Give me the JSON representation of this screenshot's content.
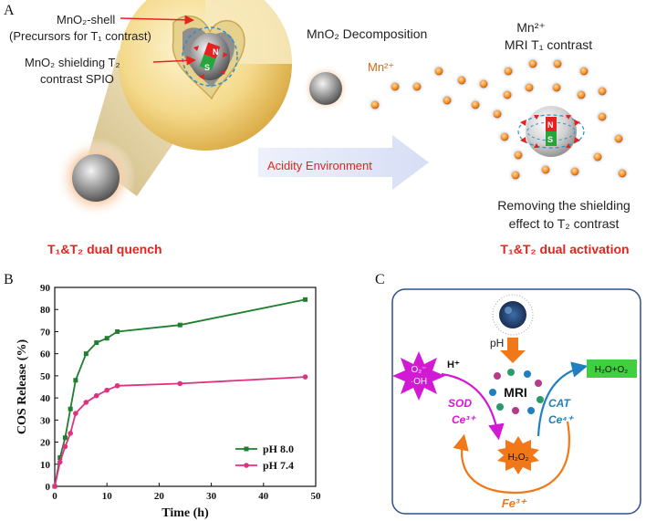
{
  "panel_a": {
    "label": "A",
    "shell_label_1": "MnO₂-shell",
    "shell_label_2": "(Precursors for T₁ contrast)",
    "shield_label_1": "MnO₂ shielding T₂",
    "shield_label_2": "contrast SPIO",
    "decomposition_label": "MnO₂ Decomposition",
    "mn_ion_label": "Mn²⁺",
    "mri_label_1": "Mn²⁺",
    "mri_label_2": "MRI T₁ contrast",
    "arrow_label": "Acidity Environment",
    "removing_label_1": "Removing the shielding",
    "removing_label_2": "effect to T₂ contrast",
    "quench_label": "T₁&T₂ dual quench",
    "activation_label": "T₁&T₂ dual activation",
    "magnet_n": "N",
    "magnet_s": "S"
  },
  "panel_b": {
    "label": "B"
  },
  "panel_c": {
    "label": "C",
    "ph_label": "pH",
    "superoxide_1": "O₂⁻",
    "superoxide_2": "·OH",
    "h_plus": "H⁺",
    "mri": "MRI",
    "sod": "SOD",
    "ce3": "Ce³⁺",
    "cat": "CAT",
    "ce4": "Ce⁴⁺",
    "h2o2": "H₂O₂",
    "product": "H₂O+O₂",
    "fe3": "Fe³⁺"
  },
  "colors": {
    "red_text": "#e8231e",
    "green_series": "#1e7f2e",
    "pink_series": "#e0307e",
    "magenta": "#d21ad4",
    "orange": "#f07818",
    "blue_arrow": "#1f7fbf",
    "green_box": "#3fcf3f",
    "frame_blue": "#2b4e8c"
  },
  "chart_data": {
    "type": "line",
    "xlabel": "Time (h)",
    "ylabel": "COS Release (%)",
    "xlim": [
      0,
      50
    ],
    "ylim": [
      0,
      90
    ],
    "xticks": [
      0,
      10,
      20,
      30,
      40,
      50
    ],
    "yticks": [
      0,
      10,
      20,
      30,
      40,
      50,
      60,
      70,
      80,
      90
    ],
    "legend_position": "lower-right",
    "series": [
      {
        "name": "pH 8.0",
        "color": "#1e7f2e",
        "marker": "square",
        "x": [
          0,
          1,
          2,
          3,
          4,
          6,
          8,
          10,
          12,
          24,
          48
        ],
        "y": [
          0,
          13,
          22,
          35,
          48,
          60,
          65,
          67,
          70,
          73,
          84.5
        ]
      },
      {
        "name": "pH 7.4",
        "color": "#e0307e",
        "marker": "circle",
        "x": [
          0,
          1,
          2,
          3,
          4,
          6,
          8,
          10,
          12,
          24,
          48
        ],
        "y": [
          0,
          11,
          18,
          24,
          33,
          38,
          41,
          43.5,
          45.5,
          46.5,
          49.5
        ]
      }
    ]
  }
}
